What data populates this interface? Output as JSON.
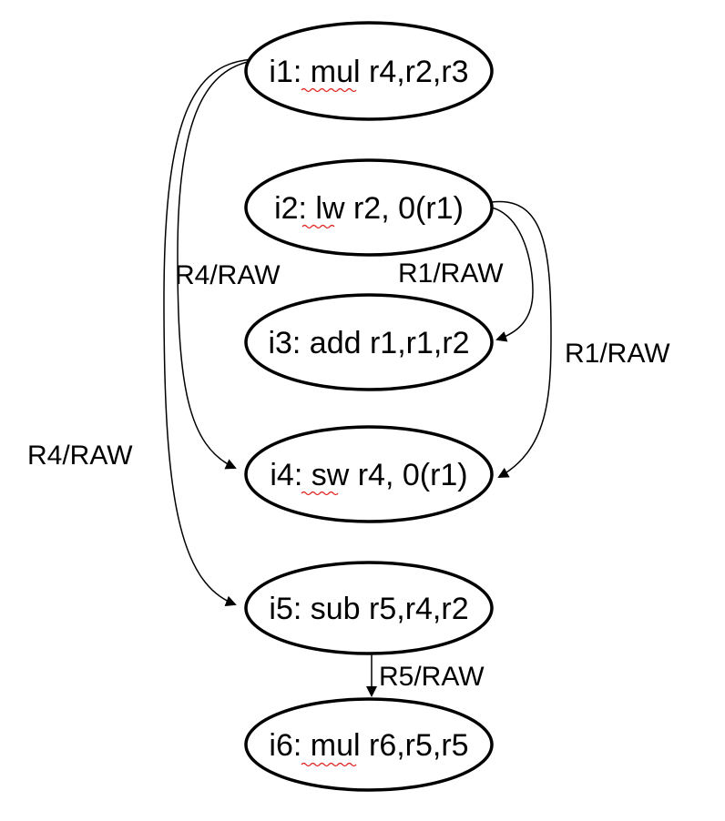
{
  "nodes": [
    {
      "id": "i1",
      "label": "i1: mul r4,r2,r3"
    },
    {
      "id": "i2",
      "label": "i2: lw r2, 0(r1)"
    },
    {
      "id": "i3",
      "label": "i3: add r1,r1,r2"
    },
    {
      "id": "i4",
      "label": "i4: sw r4, 0(r1)"
    },
    {
      "id": "i5",
      "label": "i5: sub r5,r4,r2"
    },
    {
      "id": "i6",
      "label": "i6: mul r6,r5,r5"
    }
  ],
  "edges": [
    {
      "from": "i1",
      "to": "i4",
      "label": "R4/RAW"
    },
    {
      "from": "i1",
      "to": "i5",
      "label": "R4/RAW"
    },
    {
      "from": "i2",
      "to": "i3",
      "label": "R1/RAW"
    },
    {
      "from": "i2",
      "to": "i4",
      "label": "R1/RAW"
    },
    {
      "from": "i5",
      "to": "i6",
      "label": "R5/RAW"
    }
  ]
}
